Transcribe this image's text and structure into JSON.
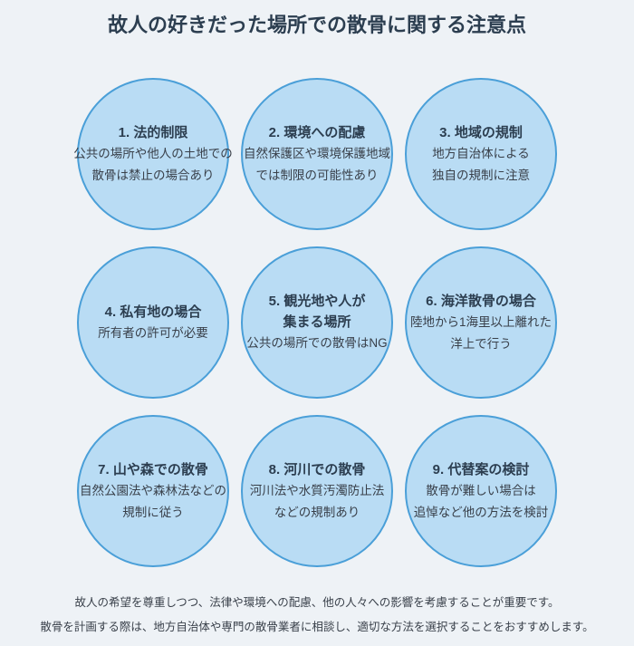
{
  "page": {
    "title": "故人の好きだった場所での散骨に関する注意点"
  },
  "colors": {
    "page_bg": "#eef2f6",
    "circle_fill": "#b9dcf4",
    "circle_border": "#4a9fd8",
    "heading_text": "#2c3e50",
    "body_text": "#39404a"
  },
  "circles": [
    {
      "title_lines": [
        "1. 法的制限"
      ],
      "body_lines": [
        "公共の場所や他人の土地での",
        "散骨は禁止の場合あり"
      ]
    },
    {
      "title_lines": [
        "2. 環境への配慮"
      ],
      "body_lines": [
        "自然保護区や環境保護地域",
        "では制限の可能性あり"
      ]
    },
    {
      "title_lines": [
        "3. 地域の規制"
      ],
      "body_lines": [
        "地方自治体による",
        "独自の規制に注意"
      ]
    },
    {
      "title_lines": [
        "4. 私有地の場合"
      ],
      "body_lines": [
        "所有者の許可が必要"
      ]
    },
    {
      "title_lines": [
        "5. 観光地や人が",
        "集まる場所"
      ],
      "body_lines": [
        "公共の場所での散骨はNG"
      ]
    },
    {
      "title_lines": [
        "6. 海洋散骨の場合"
      ],
      "body_lines": [
        "陸地から1海里以上離れた",
        "洋上で行う"
      ]
    },
    {
      "title_lines": [
        "7. 山や森での散骨"
      ],
      "body_lines": [
        "自然公園法や森林法などの",
        "規制に従う"
      ]
    },
    {
      "title_lines": [
        "8. 河川での散骨"
      ],
      "body_lines": [
        "河川法や水質汚濁防止法",
        "などの規制あり"
      ]
    },
    {
      "title_lines": [
        "9. 代替案の検討"
      ],
      "body_lines": [
        "散骨が難しい場合は",
        "追悼など他の方法を検討"
      ]
    }
  ],
  "footer": {
    "lines": [
      "故人の希望を尊重しつつ、法律や環境への配慮、他の人々への影響を考慮することが重要です。",
      "散骨を計画する際は、地方自治体や専門の散骨業者に相談し、適切な方法を選択することをおすすめします。"
    ]
  }
}
